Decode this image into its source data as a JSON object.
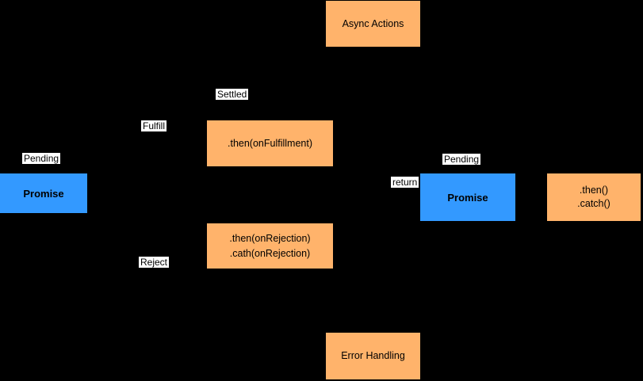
{
  "diagram": {
    "title": "Promise async flow diagram",
    "colors": {
      "background": "#000000",
      "process_box_fill": "#ffb36b",
      "promise_box_fill": "#3399ff",
      "edge_label_background": "#ffffff",
      "text": "#000000"
    },
    "nodes": {
      "async_actions": {
        "label": "Async Actions"
      },
      "then_fulfillment": {
        "label": ".then(onFulfillment)"
      },
      "promise_left": {
        "label": "Promise"
      },
      "then_rejection": {
        "line1": ".then(onRejection)",
        "line2": ".cath(onRejection)"
      },
      "promise_right": {
        "label": "Promise"
      },
      "then_catch": {
        "line1": ".then()",
        "line2": ".catch()"
      },
      "error_handling": {
        "label": "Error Handling"
      }
    },
    "edge_labels": {
      "pending_left": "Pending",
      "fulfill": "Fulfill",
      "settled": "Settled",
      "reject": "Reject",
      "return": "return",
      "pending_right": "Pending"
    }
  }
}
